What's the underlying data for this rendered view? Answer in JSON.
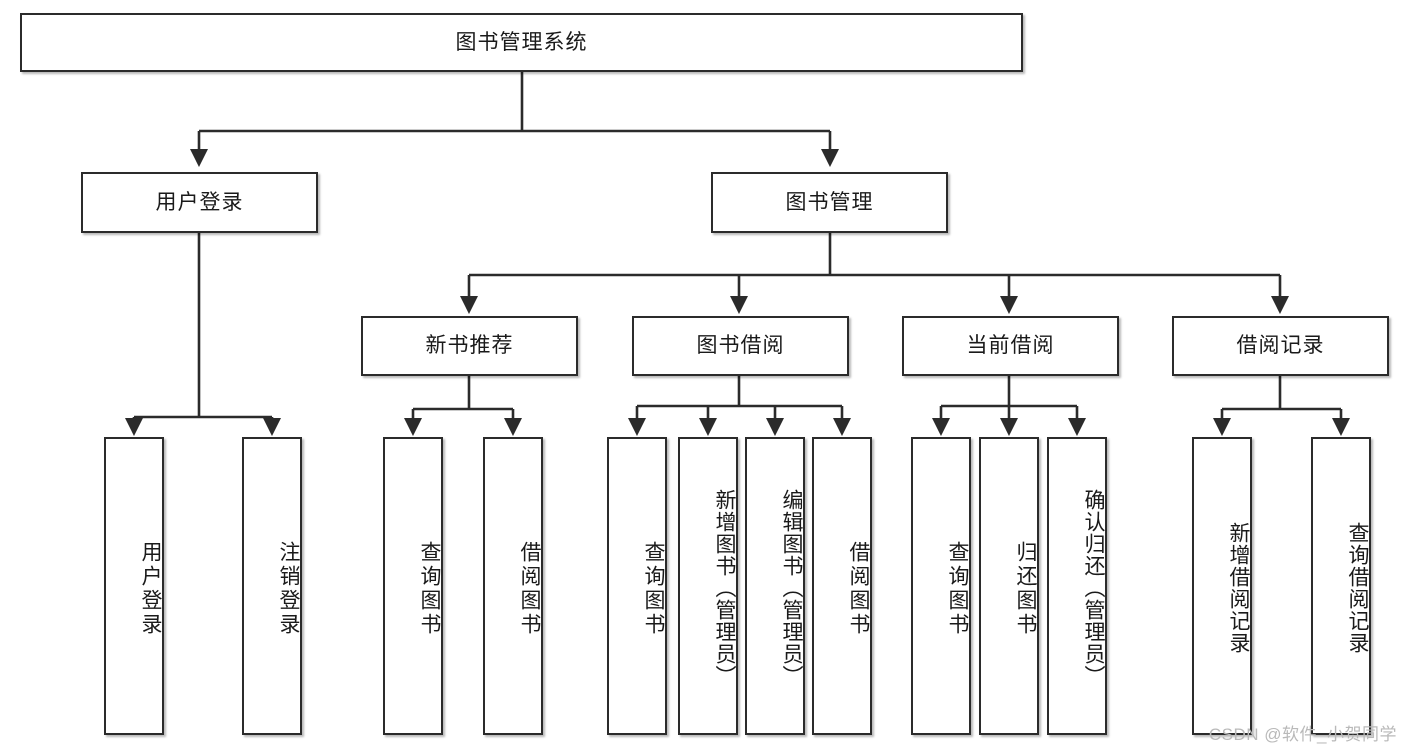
{
  "diagram": {
    "type": "tree-hierarchy",
    "title": "图书管理系统",
    "root": {
      "label": "图书管理系统"
    },
    "level2": [
      {
        "label": "用户登录"
      },
      {
        "label": "图书管理"
      }
    ],
    "level3": [
      {
        "label": "新书推荐"
      },
      {
        "label": "图书借阅"
      },
      {
        "label": "当前借阅"
      },
      {
        "label": "借阅记录"
      }
    ],
    "leaves": {
      "user_login": [
        {
          "label": "用户登录"
        },
        {
          "label": "注销登录"
        }
      ],
      "new_book_recommend": [
        {
          "label": "查询图书"
        },
        {
          "label": "借阅图书"
        }
      ],
      "book_borrow": [
        {
          "label": "查询图书"
        },
        {
          "label": "新增图书（管理员）"
        },
        {
          "label": "编辑图书（管理员）"
        },
        {
          "label": "借阅图书"
        }
      ],
      "current_borrow": [
        {
          "label": "查询图书"
        },
        {
          "label": "归还图书"
        },
        {
          "label": "确认归还（管理员）"
        }
      ],
      "borrow_record": [
        {
          "label": "新增借阅记录"
        },
        {
          "label": "查询借阅记录"
        }
      ]
    }
  },
  "colors": {
    "stroke": "#2b2b2b",
    "fill": "#ffffff",
    "text": "#1a1a1a",
    "watermark": "#b9b9b9"
  },
  "watermark": {
    "text": "CSDN @软件_小贺同学"
  }
}
